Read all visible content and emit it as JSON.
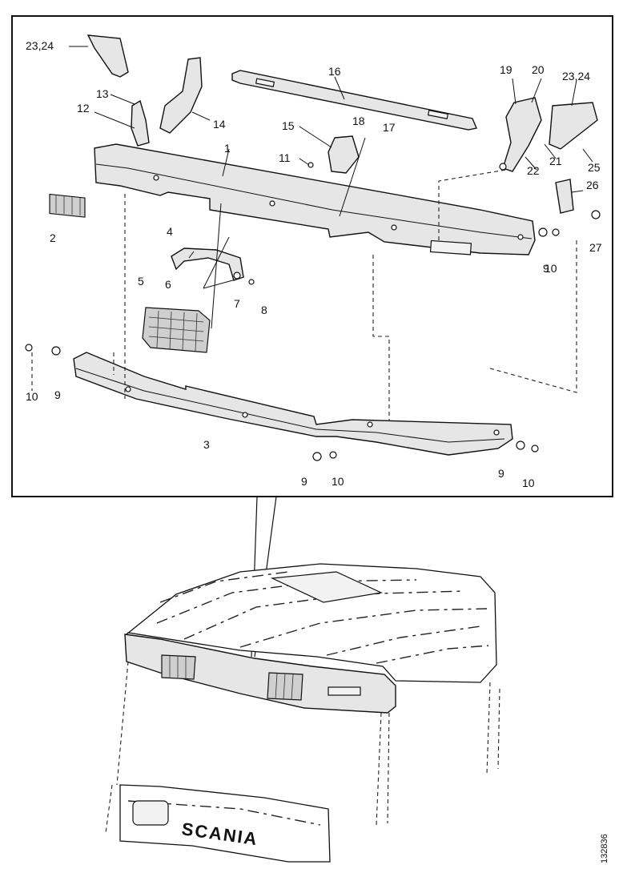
{
  "diagram": {
    "callouts": [
      {
        "id": "c-23-24-left",
        "text": "23,24"
      },
      {
        "id": "c-13",
        "text": "13"
      },
      {
        "id": "c-12",
        "text": "12"
      },
      {
        "id": "c-14",
        "text": "14"
      },
      {
        "id": "c-16",
        "text": "16"
      },
      {
        "id": "c-15",
        "text": "15"
      },
      {
        "id": "c-18",
        "text": "18"
      },
      {
        "id": "c-17",
        "text": "17"
      },
      {
        "id": "c-11",
        "text": "11"
      },
      {
        "id": "c-1",
        "text": "1"
      },
      {
        "id": "c-19",
        "text": "19"
      },
      {
        "id": "c-20",
        "text": "20"
      },
      {
        "id": "c-23-24-right",
        "text": "23,24"
      },
      {
        "id": "c-21",
        "text": "21"
      },
      {
        "id": "c-22",
        "text": "22"
      },
      {
        "id": "c-25",
        "text": "25"
      },
      {
        "id": "c-26",
        "text": "26"
      },
      {
        "id": "c-27",
        "text": "27"
      },
      {
        "id": "c-2",
        "text": "2"
      },
      {
        "id": "c-4",
        "text": "4"
      },
      {
        "id": "c-6",
        "text": "6"
      },
      {
        "id": "c-7",
        "text": "7"
      },
      {
        "id": "c-8",
        "text": "8"
      },
      {
        "id": "c-5",
        "text": "5"
      },
      {
        "id": "c-9-upper-right",
        "text": "9"
      },
      {
        "id": "c-10-upper-right",
        "text": "10"
      },
      {
        "id": "c-10-left",
        "text": "10"
      },
      {
        "id": "c-9-left",
        "text": "9"
      },
      {
        "id": "c-3",
        "text": "3"
      },
      {
        "id": "c-9-bottom-mid",
        "text": "9"
      },
      {
        "id": "c-10-bottom-mid",
        "text": "10"
      },
      {
        "id": "c-9-bottom-right",
        "text": "9"
      },
      {
        "id": "c-10-bottom-right",
        "text": "10"
      }
    ],
    "vehicle_badge": "SCANIA",
    "drawing_number": "132836"
  }
}
